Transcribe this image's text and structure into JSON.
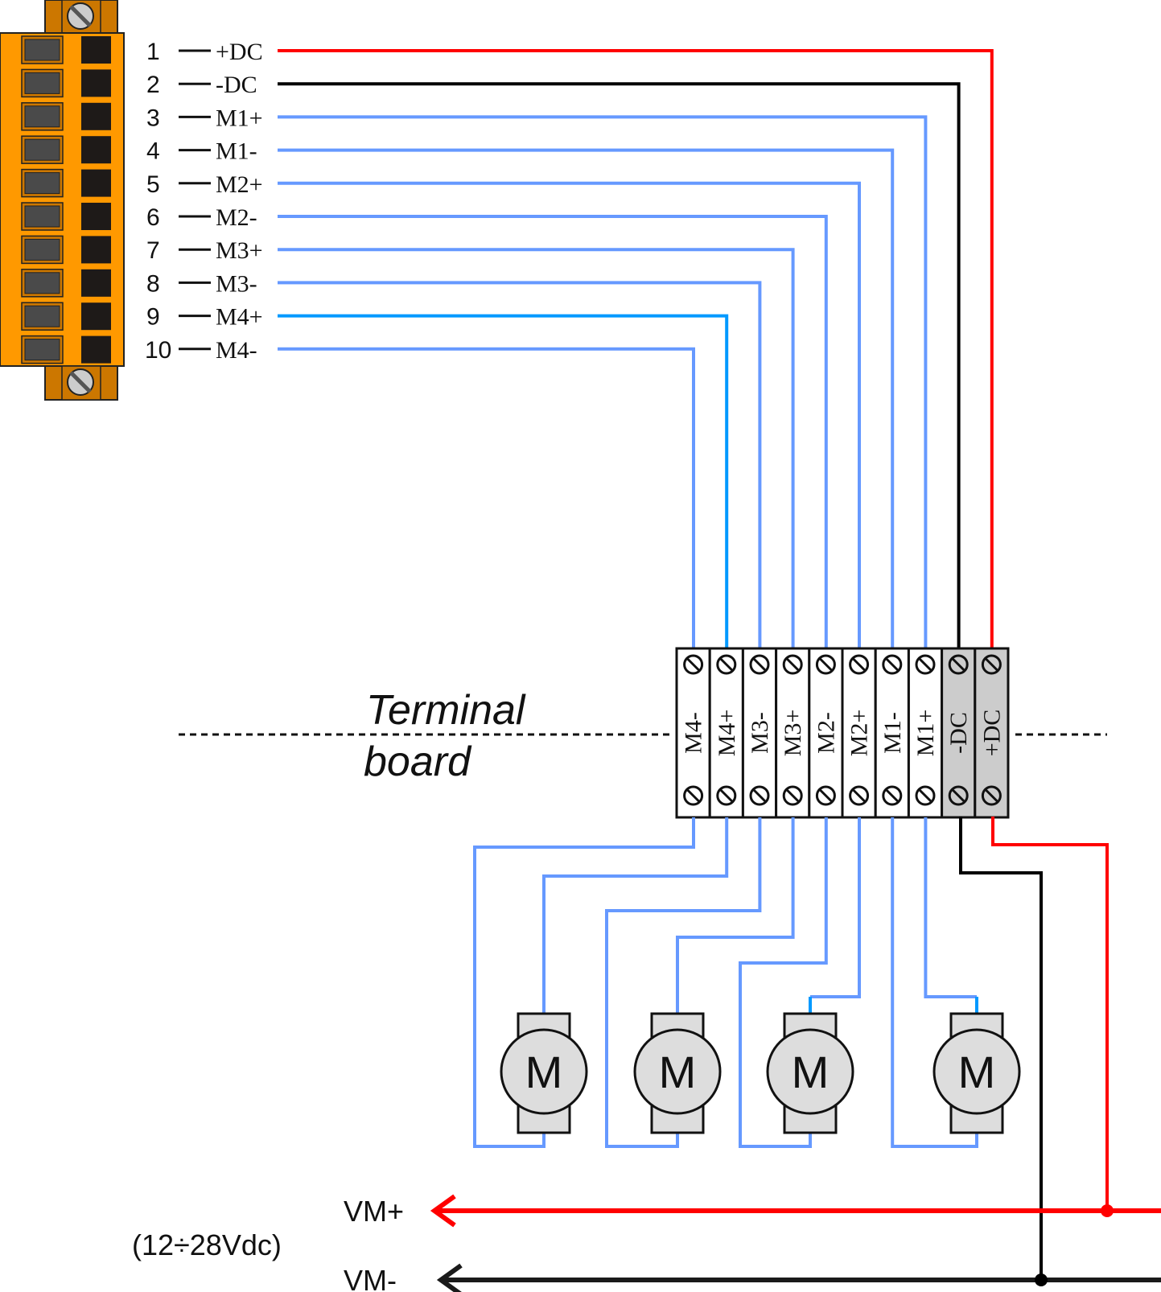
{
  "connector": {
    "pins": [
      {
        "num": "1",
        "label": "+DC"
      },
      {
        "num": "2",
        "label": "-DC"
      },
      {
        "num": "3",
        "label": "M1+"
      },
      {
        "num": "4",
        "label": "M1-"
      },
      {
        "num": "5",
        "label": "M2+"
      },
      {
        "num": "6",
        "label": "M2-"
      },
      {
        "num": "7",
        "label": "M3+"
      },
      {
        "num": "8",
        "label": "M3-"
      },
      {
        "num": "9",
        "label": "M4+"
      },
      {
        "num": "10",
        "label": "M4-"
      }
    ]
  },
  "terminal_board": {
    "title_line1": "Terminal",
    "title_line2": "board",
    "terminals": [
      "M4-",
      "M4+",
      "M3-",
      "M3+",
      "M2-",
      "M2+",
      "M1-",
      "M1+",
      "-DC",
      "+DC"
    ]
  },
  "motors": [
    {
      "label": "M"
    },
    {
      "label": "M"
    },
    {
      "label": "M"
    },
    {
      "label": "M"
    }
  ],
  "supply": {
    "positive_label": "VM+",
    "negative_label": "VM-",
    "range_label": "(12÷28Vdc)"
  },
  "colors": {
    "positive_wire": "#ff0000",
    "negative_wire": "#000000",
    "signal_wire": "#6699ff",
    "signal_wire_alt": "#0099ff",
    "connector_body": "#ff9900",
    "connector_dark": "#cc7700",
    "terminal_dc_fill": "#cccccc",
    "motor_fill": "#dddddd"
  }
}
